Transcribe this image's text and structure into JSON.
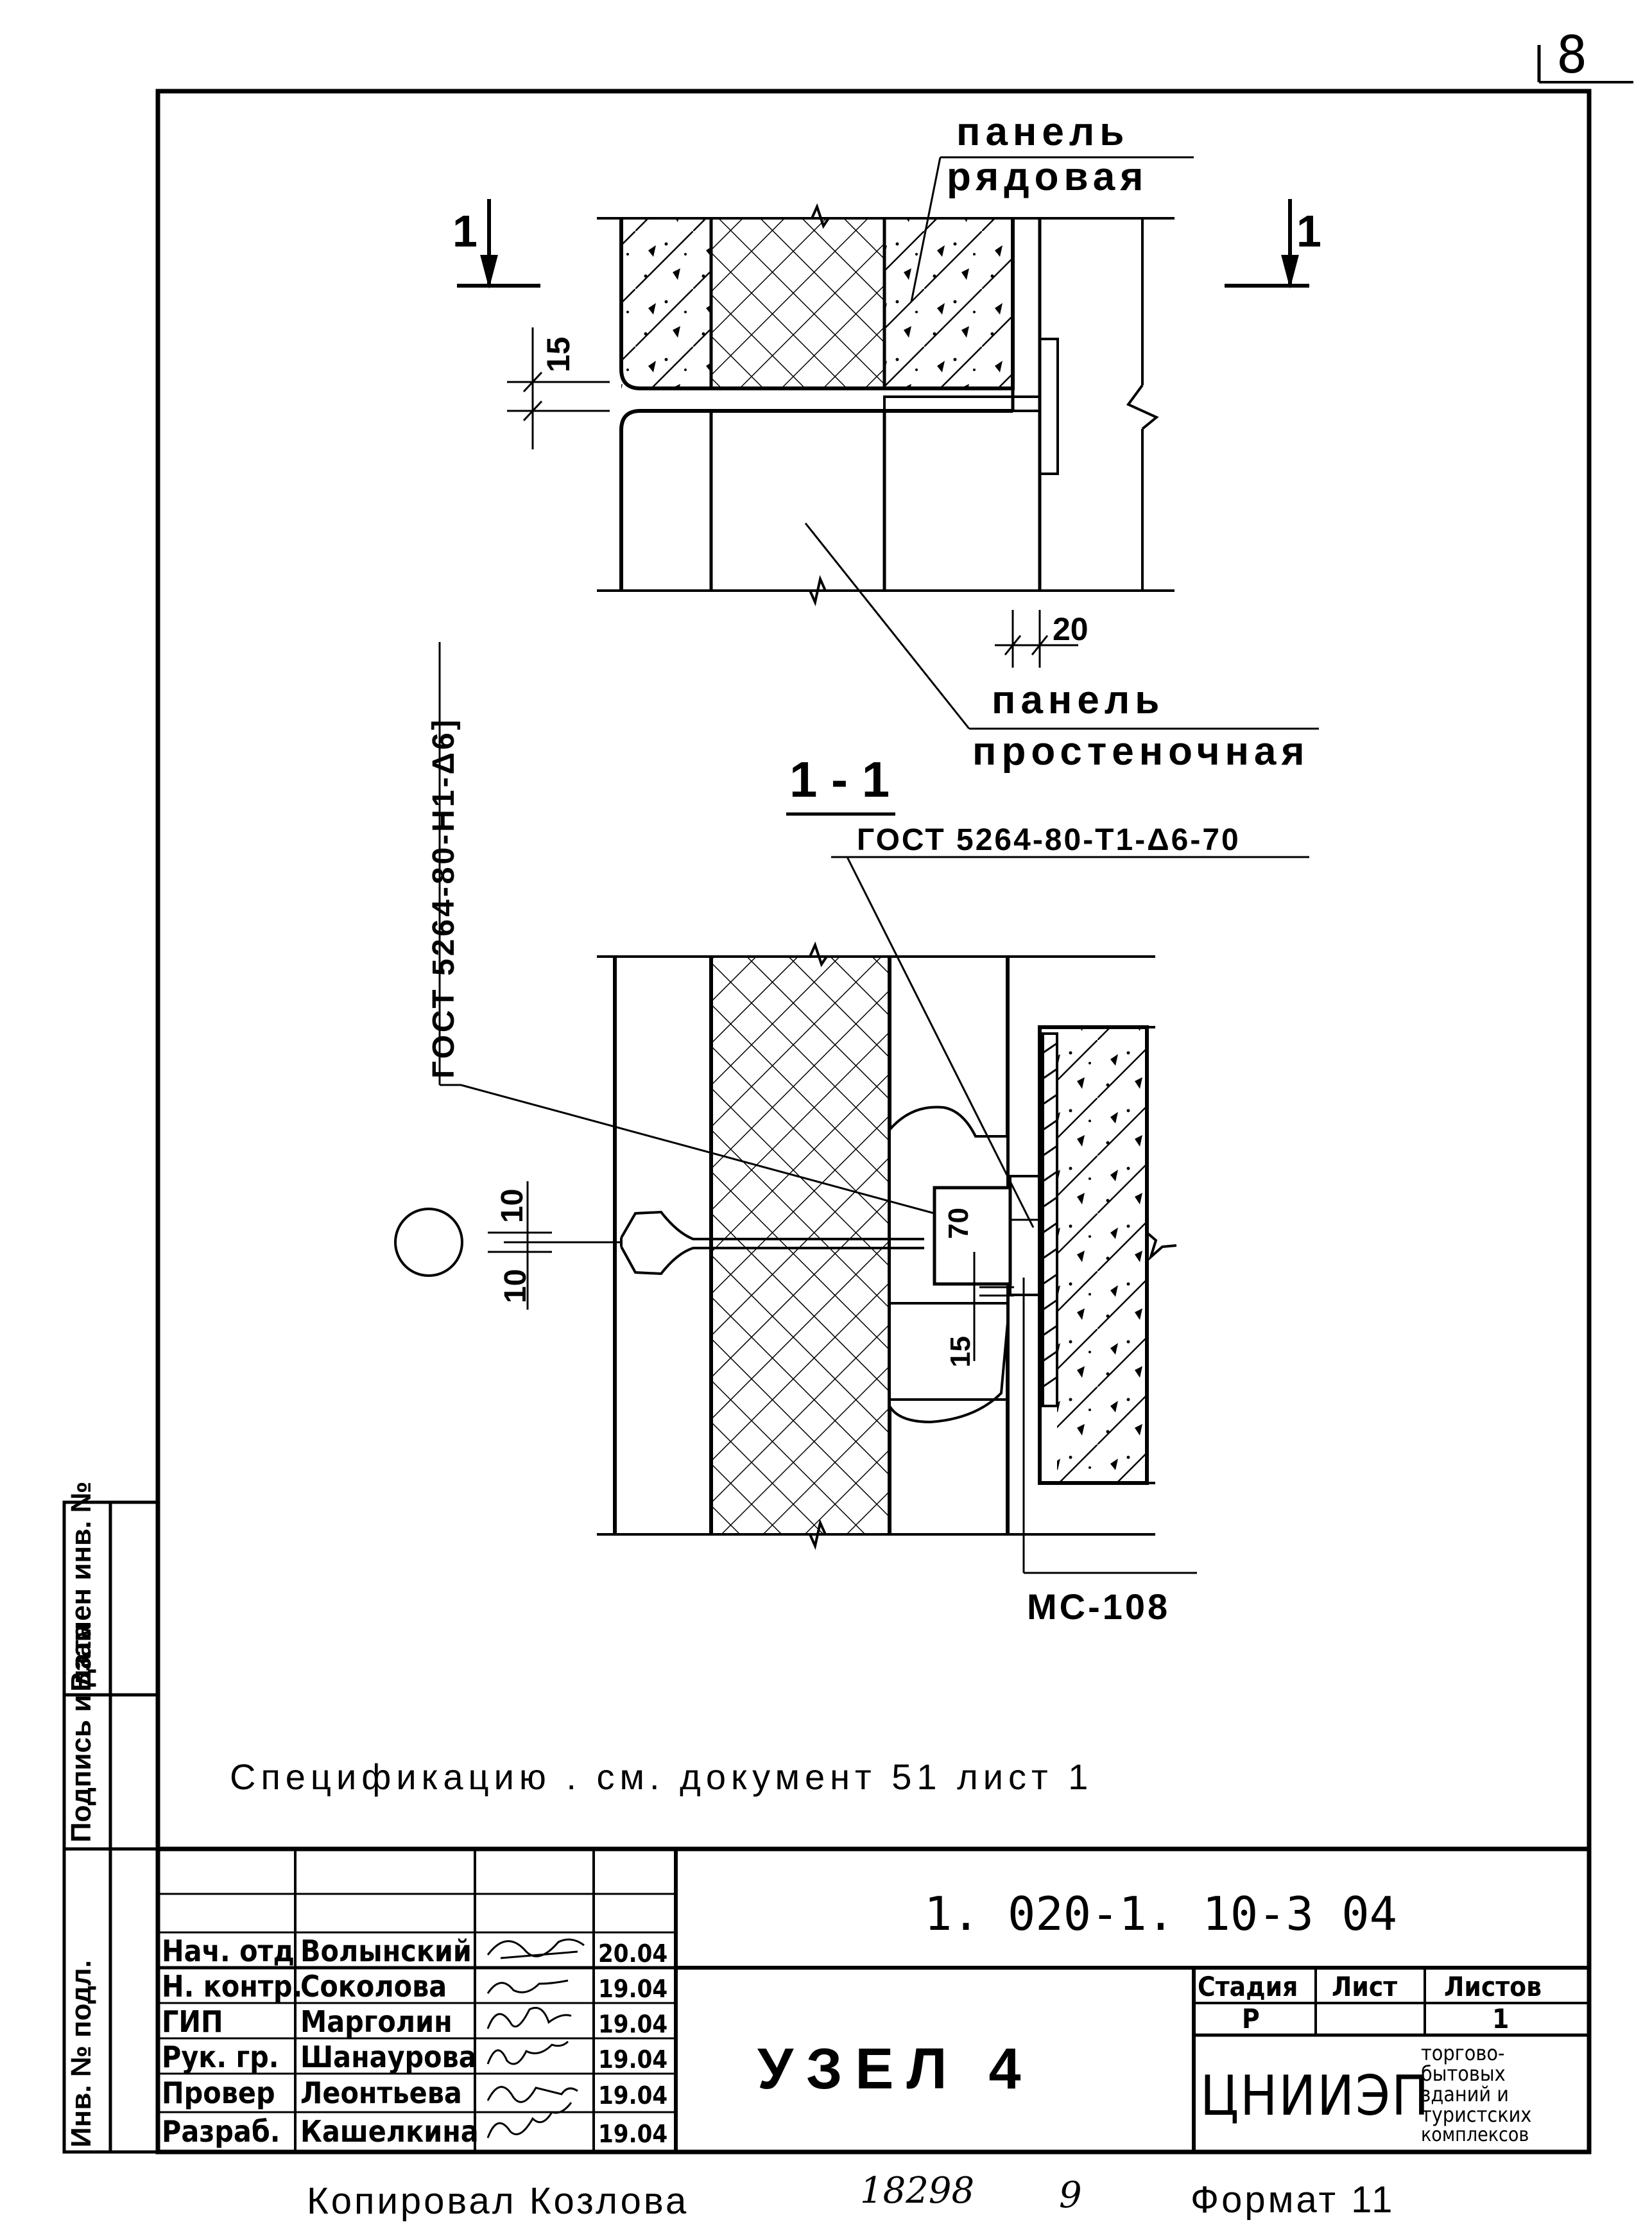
{
  "sheet_number": "8",
  "section_top": {
    "label_left": "1",
    "label_right": "1",
    "panel_row_label_1": "панель",
    "panel_row_label_2": "рядовая",
    "panel_wall_label_1": "панель",
    "panel_wall_label_2": "простеночная",
    "dim_15": "15",
    "dim_20": "20"
  },
  "section_1_1": {
    "title": "1 - 1",
    "gost_left": "ГОСТ 5264-80-Н1-Δ6]",
    "gost_right": "ГОСТ 5264-80-Т1-Δ6-70",
    "dim_10_top": "10",
    "dim_10_left": "10",
    "dim_70": "70",
    "dim_15": "15",
    "part_mark": "МС-108"
  },
  "note": "Спецификацию . см. документ 51 лист 1",
  "side_stamp": {
    "field_1": "Инв. № подл.",
    "field_2": "Подпись и дата",
    "field_3": "Взамен инв. №"
  },
  "title_block": {
    "document_code": "1. 020-1. 10-3 04",
    "drawing_title": "УЗЕЛ 4",
    "staff": [
      {
        "role": "Нач. отд",
        "name": "Волынский",
        "date": "20.04"
      },
      {
        "role": "Н. контр.",
        "name": "Соколова",
        "date": "19.04"
      },
      {
        "role": "ГИП",
        "name": "Марголин",
        "date": "19.04"
      },
      {
        "role": "Рук. гр.",
        "name": "Шанаурова",
        "date": "19.04"
      },
      {
        "role": "Провер",
        "name": "Леонтьева",
        "date": "19.04"
      },
      {
        "role": "Разраб.",
        "name": "Кашелкина",
        "date": "19.04"
      }
    ],
    "stage_header": "Стадия",
    "sheet_header": "Лист",
    "sheets_header": "Листов",
    "stage_value": "Р",
    "sheet_value": "",
    "sheets_value": "1",
    "organization": "ЦНИИЭП",
    "organization_desc": [
      "торгово-",
      "бытовых",
      "зданий и",
      "туристских",
      "комплексов"
    ]
  },
  "footer": {
    "copied_by": "Копировал Козлова",
    "order_number": "18298",
    "sheet_ref": "9",
    "format": "Формат 11"
  }
}
